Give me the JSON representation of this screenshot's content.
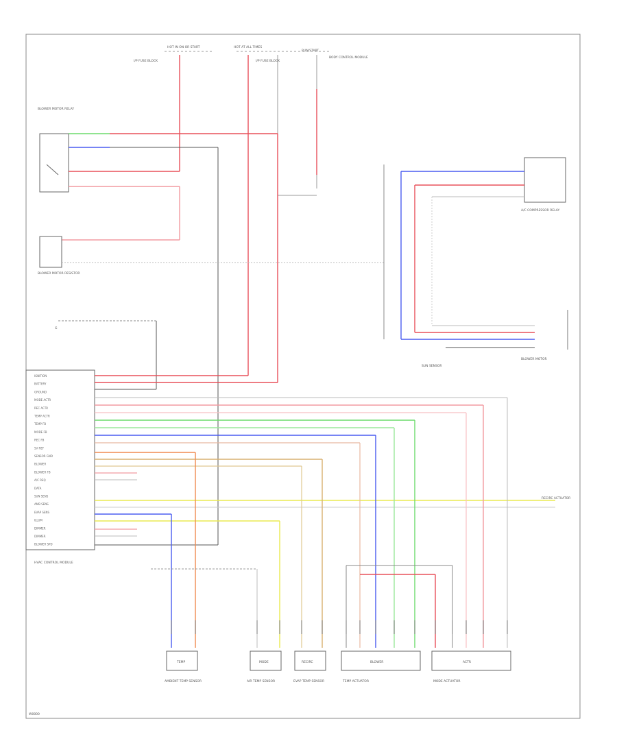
{
  "diagram": {
    "top_labels": {
      "fuse_left": "HOT IN ON OR START",
      "fuse_mid": "HOT AT ALL TIMES",
      "fuse_right": "RUN/START",
      "left_block": "I/P FUSE BLOCK",
      "mid_block": "I/P FUSE BLOCK",
      "right_block": "BODY CONTROL MODULE"
    },
    "components": {
      "blower_relay": "BLOWER MOTOR RELAY",
      "blower_resistor": "BLOWER MOTOR RESISTOR",
      "hvac_module": "HVAC CONTROL MODULE",
      "mode_actuator": "MODE ACTUATOR",
      "recirc_actuator": "RECIRC ACTUATOR",
      "temp_actuator": "TEMP ACTUATOR",
      "blower_motor": "BLOWER MOTOR",
      "air_temp_sensor": "AIR TEMP SENSOR",
      "ambient_sensor": "AMBIENT TEMP SENSOR",
      "sun_sensor": "SUN SENSOR",
      "evap_sensor": "EVAP TEMP SENSOR",
      "comp_relay": "A/C COMPRESSOR RELAY",
      "ground": "G"
    },
    "bottom_boxes": [
      "TEMP",
      "MODE",
      "RECIRC",
      "BLOWER",
      "ACTR"
    ],
    "module_pins": [
      "IGNITION",
      "BATTERY",
      "GROUND",
      "MODE ACTR",
      "REC ACTR",
      "TEMP ACTR",
      "TEMP FB",
      "MODE FB",
      "REC FB",
      "5V REF",
      "SENSOR GND",
      "BLOWER",
      "BLOWER FB",
      "A/C REQ",
      "DATA",
      "SUN SENS",
      "AMB SENS",
      "EVAP SENS",
      "ILLUM",
      "DIMMER",
      "DIMMER",
      "BLOWER SPD"
    ],
    "wire_colors": {
      "red": "#e8505a",
      "pink": "#f29aa0",
      "blue": "#4a5cf0",
      "green": "#6cdc6c",
      "yellow": "#eaea50",
      "orange": "#f08a50",
      "tan": "#d8b070",
      "gray": "#9a9a9a",
      "black": "#333333"
    },
    "page_code": "W0000"
  }
}
